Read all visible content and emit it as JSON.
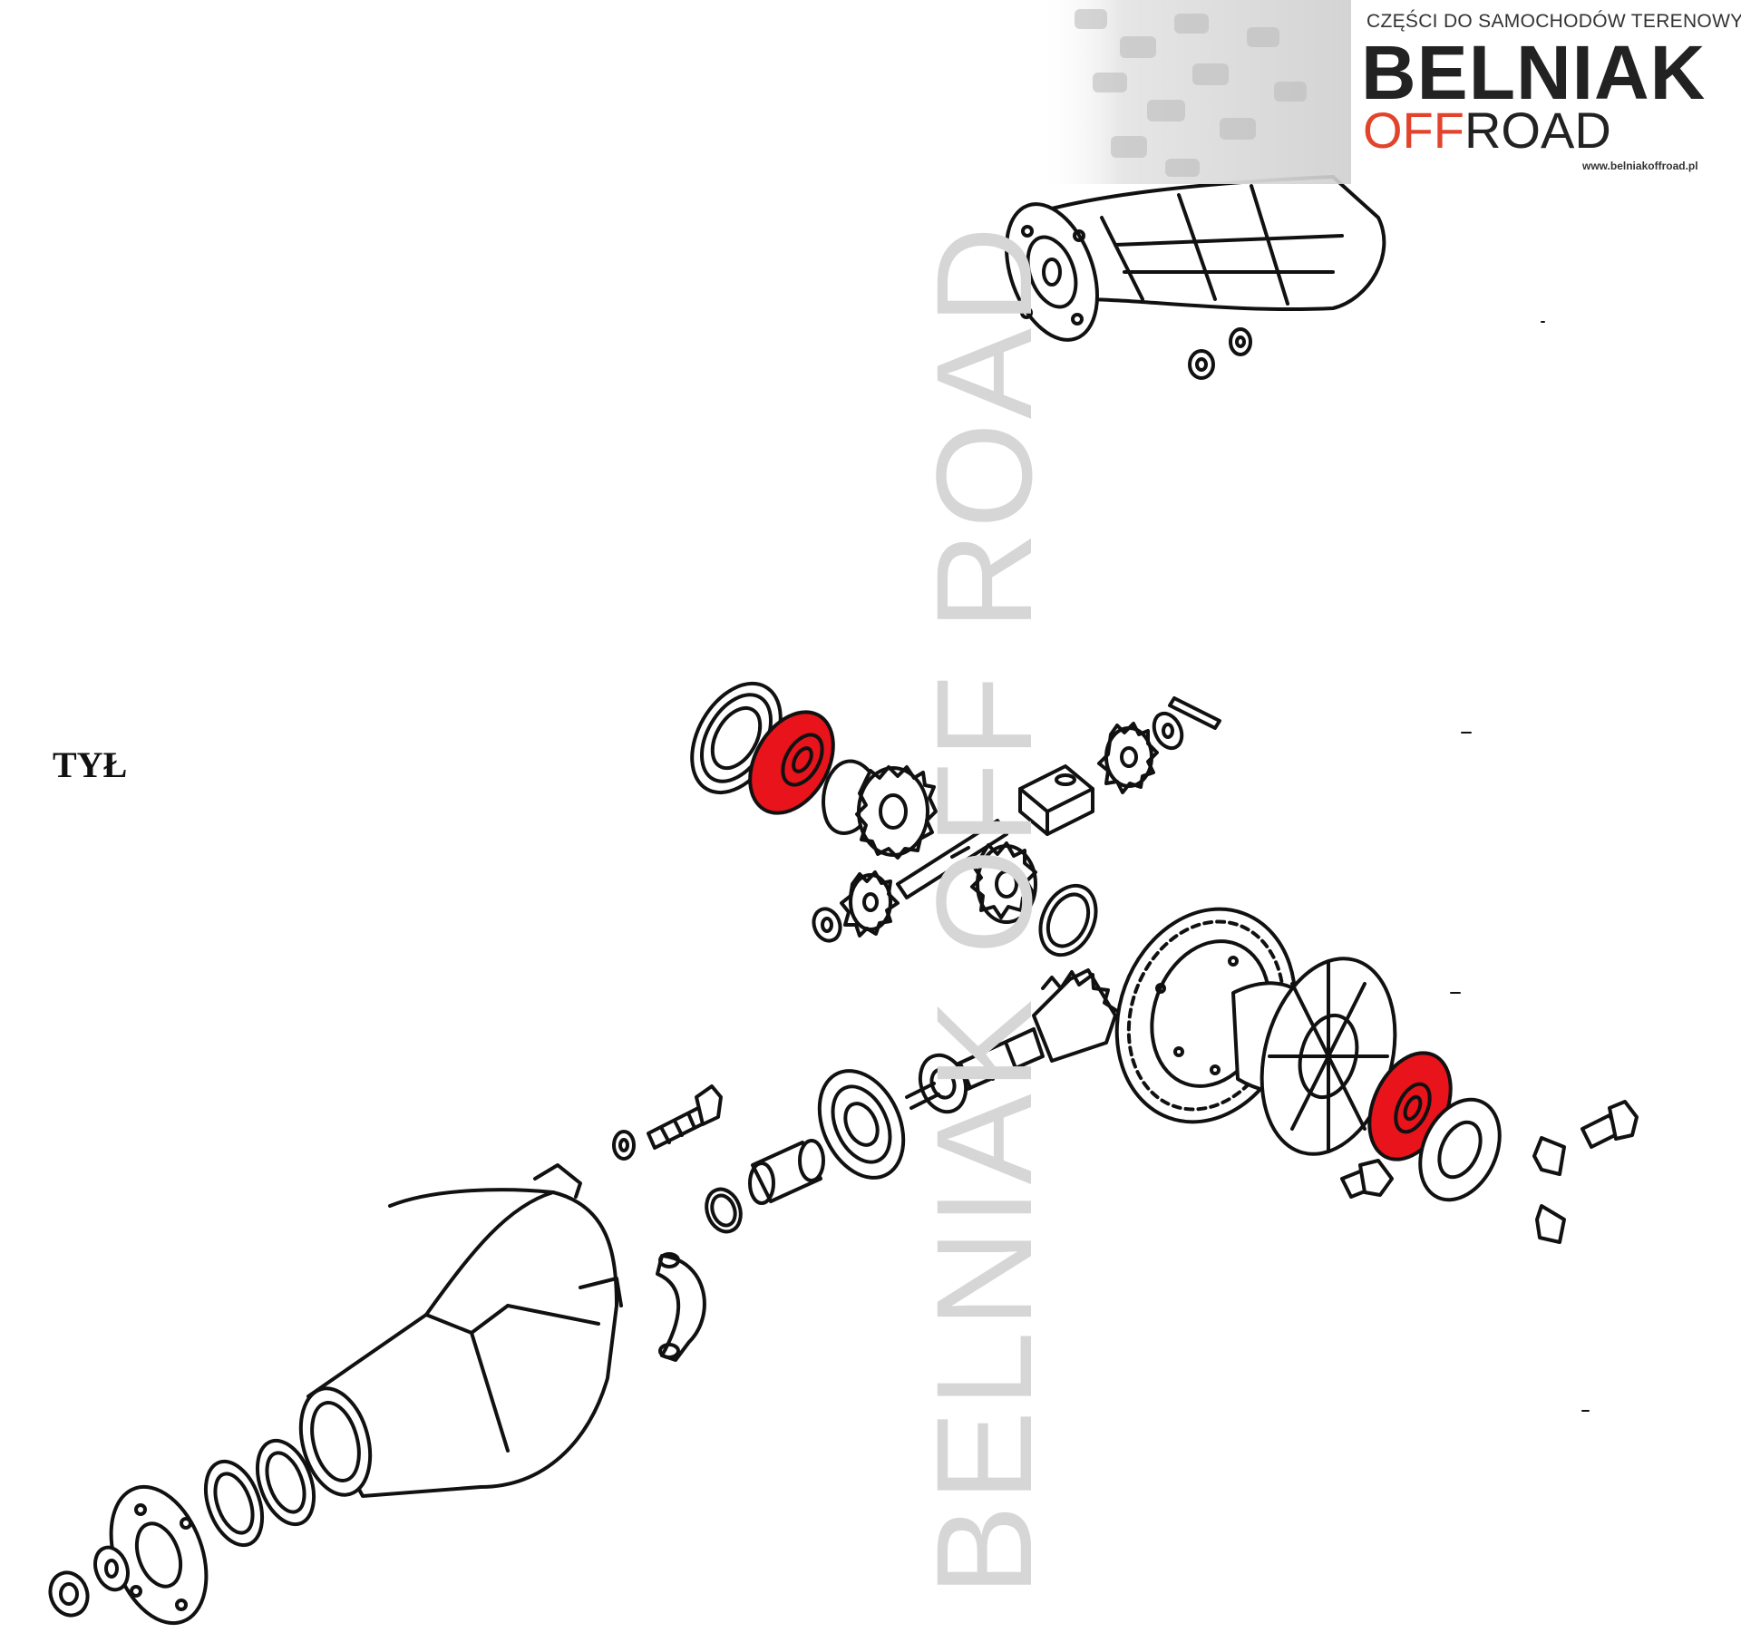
{
  "label": "TYŁ",
  "watermark": "BELNIAK OFF ROAD",
  "logo": {
    "tagline": "CZĘŚCI DO SAMOCHODÓW TERENOWYCH",
    "brand": "BELNIAK",
    "sub_off": "OFF",
    "sub_road": "ROAD",
    "url": "www.belniakoffroad.pl"
  },
  "colors": {
    "highlight": "#e8131b",
    "logo_accent": "#e2432b",
    "watermark": "#d6d6d6"
  }
}
